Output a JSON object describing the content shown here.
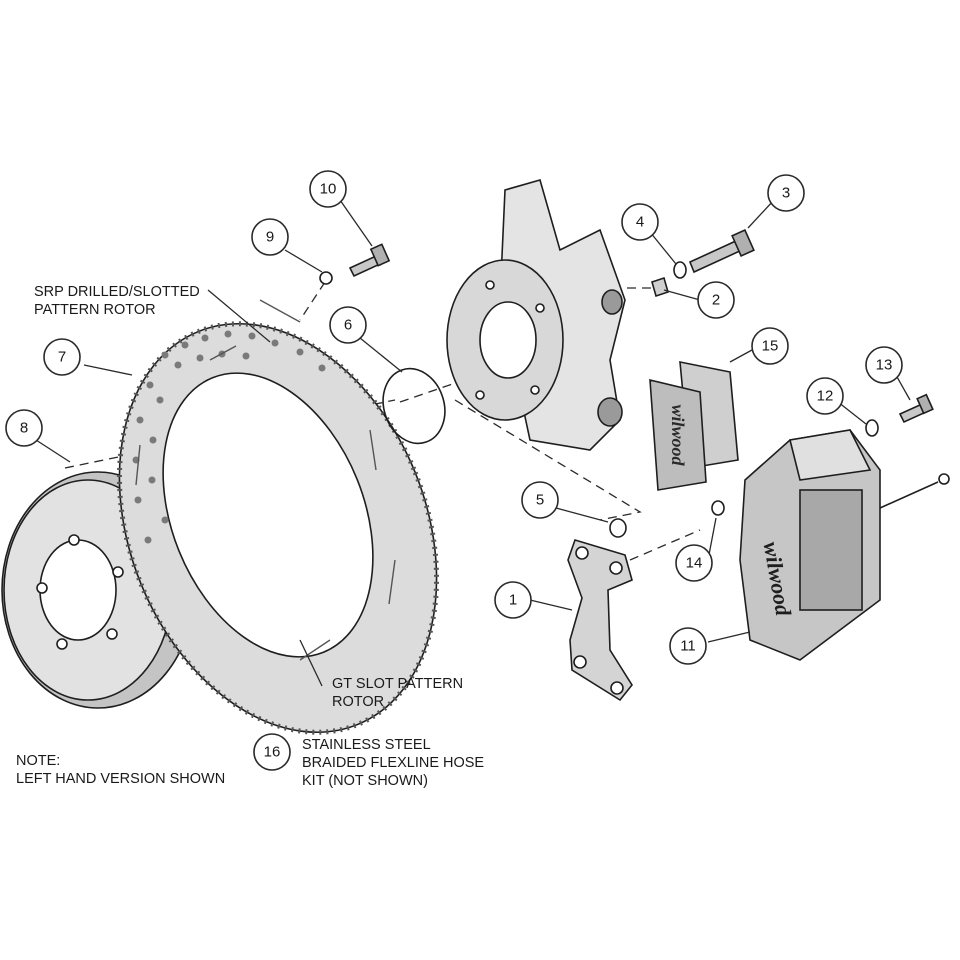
{
  "colors": {
    "line": "#1e1e1e",
    "part_fill": "#d6d6d6",
    "part_dark": "#8e8e8e",
    "background": "#ffffff"
  },
  "labels": {
    "srp_rotor": [
      "SRP DRILLED/SLOTTED",
      "PATTERN ROTOR"
    ],
    "gt_rotor": [
      "GT SLOT PATTERN",
      "ROTOR"
    ],
    "note": [
      "NOTE:",
      "LEFT HAND VERSION SHOWN"
    ],
    "hose_kit": [
      "STAINLESS STEEL",
      "BRAIDED FLEXLINE HOSE",
      "KIT (NOT SHOWN)"
    ]
  },
  "callouts": [
    "1",
    "2",
    "3",
    "4",
    "5",
    "6",
    "7",
    "8",
    "9",
    "10",
    "11",
    "12",
    "13",
    "14",
    "15",
    "16"
  ],
  "brand_marks": [
    "wilwood",
    "wilwood",
    "wilwood"
  ]
}
